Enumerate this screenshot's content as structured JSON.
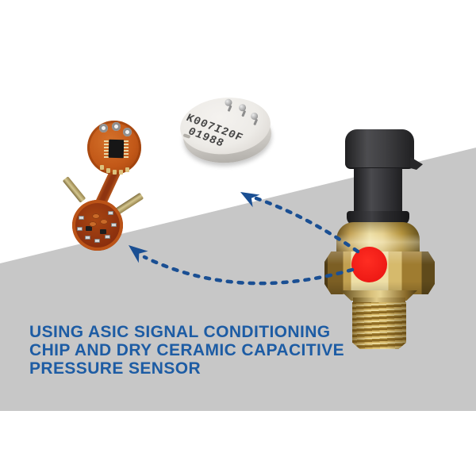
{
  "scene": {
    "type": "product-infographic",
    "caption": {
      "lines": [
        "USING ASIC SIGNAL CONDITIONING",
        "CHIP AND DRY CERAMIC CAPACITIVE",
        "PRESSURE SENSOR"
      ]
    },
    "components": {
      "ceramic_sensor": {
        "semantic": "dry-ceramic-capacitive-pressure-sensor-disc",
        "marking_line1": "K007I20F",
        "marking_line2": "01988"
      },
      "asic_board": {
        "semantic": "asic-signal-conditioning-chip-flex-pcb"
      },
      "pressure_sensor": {
        "semantic": "brass-pressure-sensor-with-connector"
      }
    },
    "colors": {
      "background_gray": "#c7c7c7",
      "accent_blue": "#1d5ca4",
      "arrow_blue": "#1a4f93",
      "marker_red": "#ee1a15",
      "brass_gold": "#e3cd8c",
      "connector_black": "#333336",
      "pcb_orange": "#c25818",
      "ceramic_white": "#edebe7"
    }
  }
}
